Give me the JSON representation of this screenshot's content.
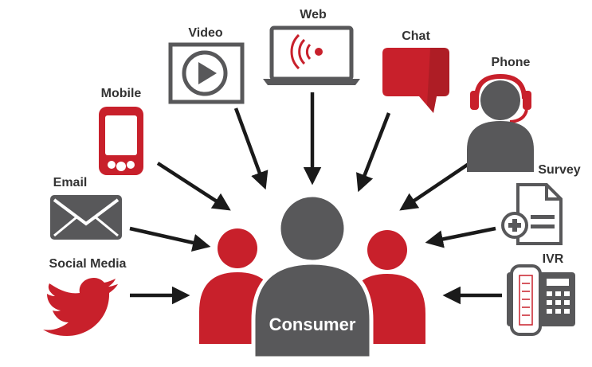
{
  "colors": {
    "red": "#c8202b",
    "dark_red": "#8e1a20",
    "gray": "#58585a",
    "light_gray": "#d9d9d9",
    "arrow": "#1a1a1a",
    "label": "#333333"
  },
  "center": {
    "label": "Consumer",
    "icon": "consumer-group-icon"
  },
  "channels": [
    {
      "id": "web",
      "label": "Web",
      "icon": "laptop-wifi-icon"
    },
    {
      "id": "video",
      "label": "Video",
      "icon": "play-video-icon"
    },
    {
      "id": "chat",
      "label": "Chat",
      "icon": "chat-bubble-icon"
    },
    {
      "id": "phone",
      "label": "Phone",
      "icon": "headset-person-icon"
    },
    {
      "id": "mobile",
      "label": "Mobile",
      "icon": "mobile-phone-icon"
    },
    {
      "id": "survey",
      "label": "Survey",
      "icon": "survey-form-icon"
    },
    {
      "id": "email",
      "label": "Email",
      "icon": "envelope-icon"
    },
    {
      "id": "social",
      "label": "Social Media",
      "icon": "bird-icon"
    },
    {
      "id": "ivr",
      "label": "IVR",
      "icon": "desk-phone-icon"
    }
  ]
}
